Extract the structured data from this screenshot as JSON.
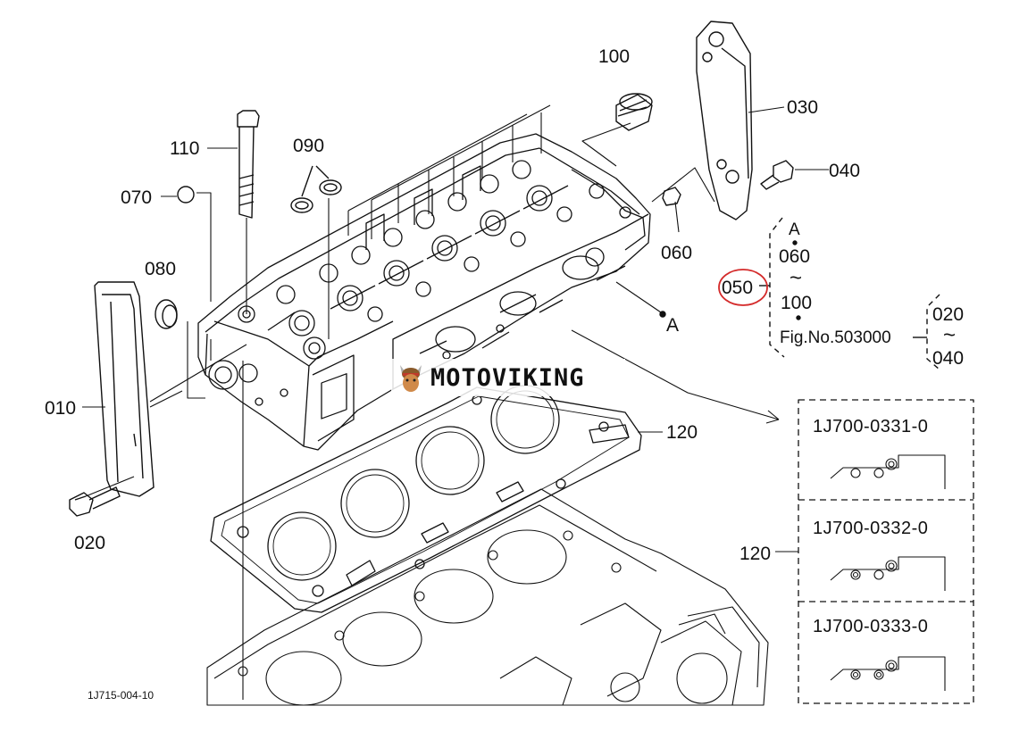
{
  "callouts": {
    "c010": "010",
    "c020": "020",
    "c030": "030",
    "c040": "040",
    "c050": "050",
    "c060": "060",
    "c070": "070",
    "c080": "080",
    "c090": "090",
    "c100": "100",
    "c110": "110",
    "c120": "120",
    "c120b": "120"
  },
  "ref_a": "A",
  "bracket1": {
    "a": "A",
    "from": "060",
    "tilde": "~",
    "to": "100"
  },
  "bracket2": {
    "fig": "Fig.No.503000",
    "from": "020",
    "tilde": "~",
    "to": "040"
  },
  "gasket_variants": [
    {
      "part_number": "1J700-0331-0"
    },
    {
      "part_number": "1J700-0332-0"
    },
    {
      "part_number": "1J700-0333-0"
    }
  ],
  "diagram_ref": "1J715-004-10",
  "watermark": {
    "text": "MOTOVIKING"
  },
  "colors": {
    "line": "#111111",
    "highlight_circle": "#d42a2a"
  }
}
